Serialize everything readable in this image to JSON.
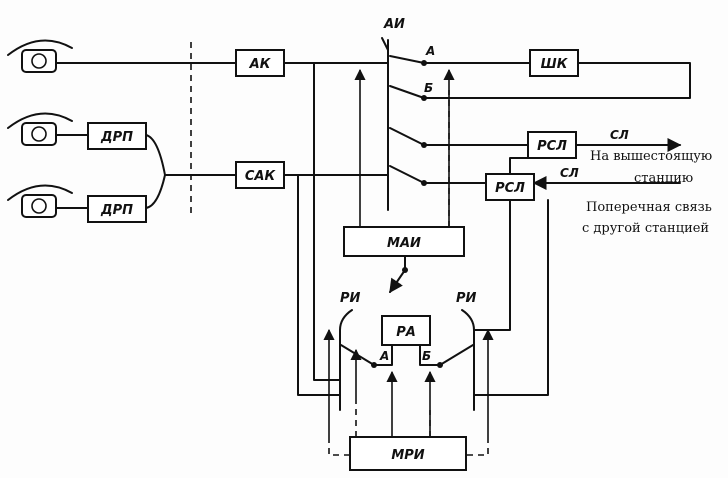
{
  "blocks": {
    "ak": "АК",
    "sak": "САК",
    "drp_1": "ДРП",
    "drp_2": "ДРП",
    "shk": "ШК",
    "rsl_top": "РСЛ",
    "rsl_bottom": "РСЛ",
    "mai": "МАИ",
    "ra": "РА",
    "mri": "МРИ"
  },
  "switch_labels": {
    "ai": "АИ",
    "ri_left": "РИ",
    "ri_right": "РИ"
  },
  "port_labels": {
    "ai_a": "А",
    "ai_b": "Б",
    "ra_a": "А",
    "ra_b": "Б"
  },
  "line_labels": {
    "sl_top": "СЛ",
    "sl_bottom": "СЛ"
  },
  "notes": {
    "higher_station_line1": "На вышестоящую",
    "higher_station_line2": "станцию",
    "cross_link_line1": "Поперечная связь",
    "cross_link_line2": "с другой станцией"
  }
}
